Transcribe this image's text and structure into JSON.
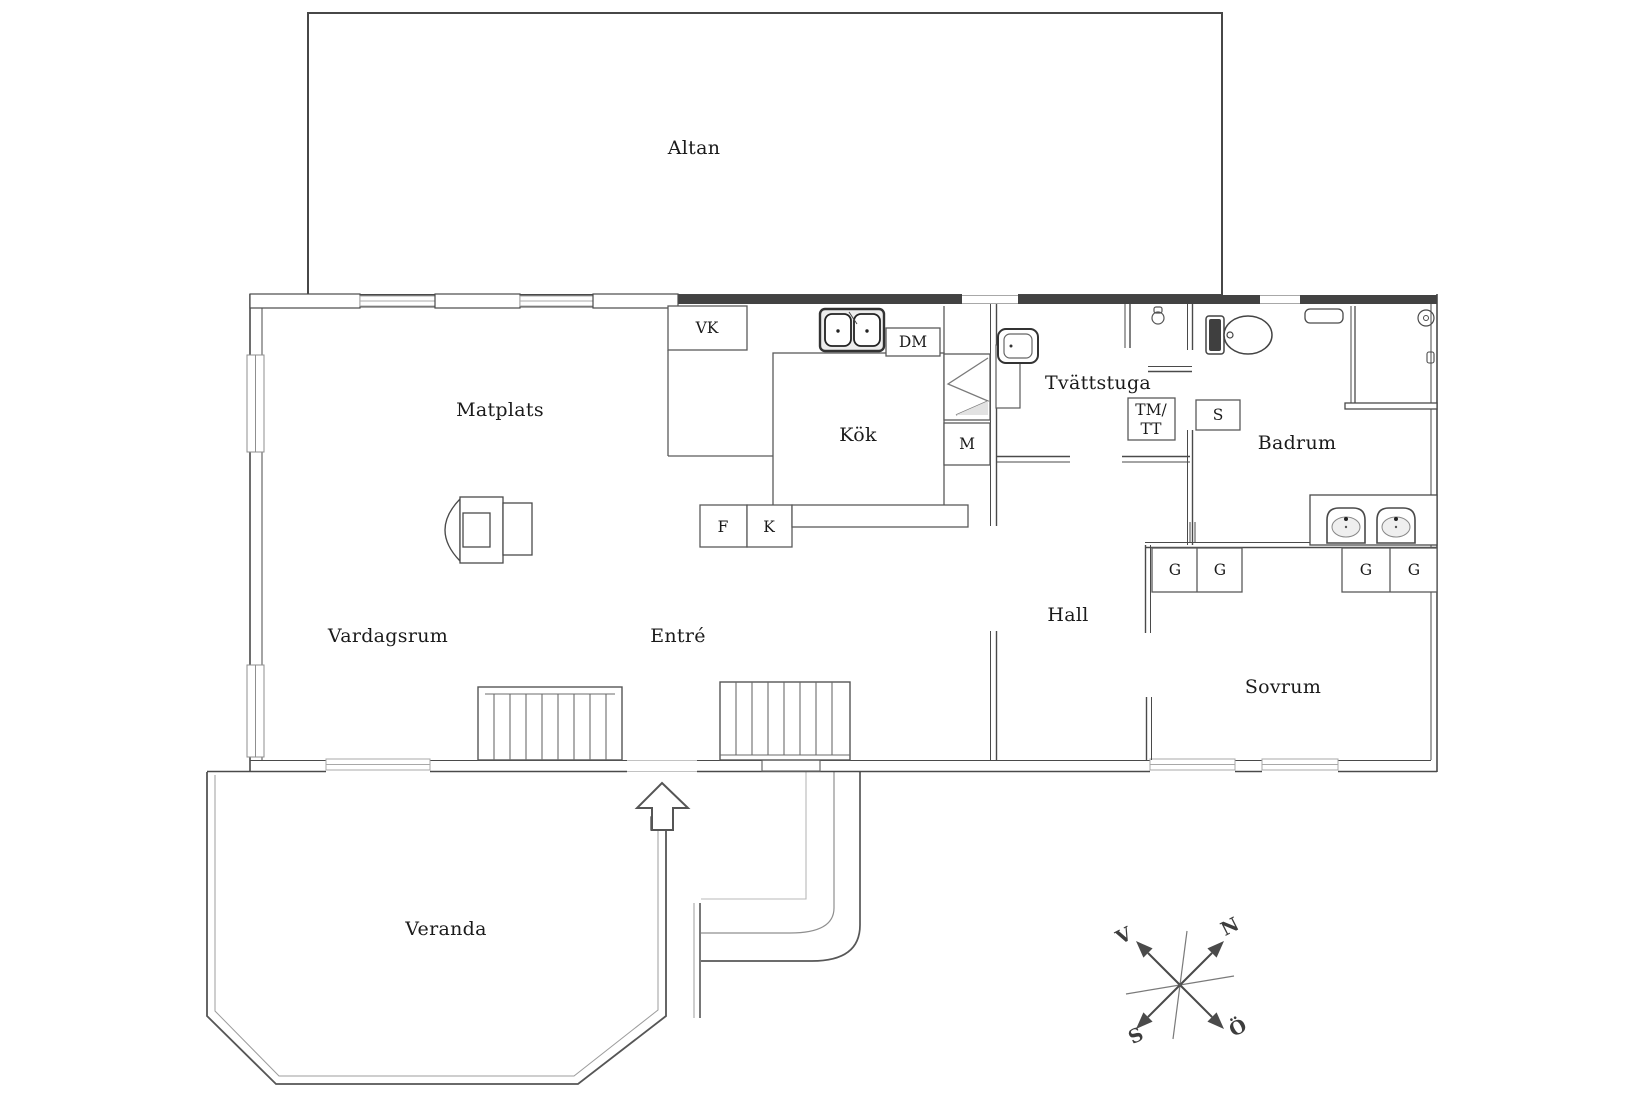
{
  "floorplan": {
    "rooms": {
      "altan": "Altan",
      "matplats": "Matplats",
      "kok": "Kök",
      "tvattstuga": "Tvättstuga",
      "badrum": "Badrum",
      "hall": "Hall",
      "vardagsrum": "Vardagsrum",
      "entre": "Entré",
      "sovrum": "Sovrum",
      "veranda": "Veranda"
    },
    "fixtures": {
      "vk": "VK",
      "dm": "DM",
      "m": "M",
      "f": "F",
      "k": "K",
      "s": "S",
      "g": "G",
      "tm": "TM/",
      "tt": "TT"
    },
    "compass": {
      "north": "N",
      "west": "V",
      "south": "S",
      "east": "Ö"
    },
    "colors": {
      "wall": "#454545",
      "light_line": "#a8a8a8",
      "text": "#1b1b1b",
      "background": "#ffffff"
    }
  }
}
